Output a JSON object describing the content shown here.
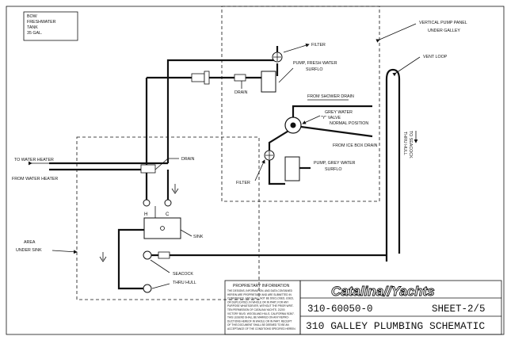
{
  "labels": {
    "tank_line1": "BOW",
    "tank_line2": "FRESHWATER",
    "tank_line3": "TANK",
    "tank_line4": "35 GAL.",
    "filter_top": "FILTER",
    "pump_fresh_line1": "PUMP, FRESH WATER",
    "pump_fresh_line2": "SURFLO",
    "drain_top": "DRAIN",
    "vertical_panel_line1": "VERTICAL PUMP PANEL",
    "vertical_panel_line2": "UNDER GALLEY",
    "vent_loop": "VENT LOOP",
    "from_shower": "FROM SHOWER DRAIN",
    "grey_valve_line1": "GREY WATER",
    "grey_valve_line2": "\"Y\" VALVE",
    "grey_valve_line3": "NORMAL POSITION",
    "from_icebox": "FROM ICE BOX DRAIN",
    "to_seacock_line1": "TO SEACOCK",
    "to_seacock_line2": "THRU HULL",
    "to_heater": "TO WATER HEATER",
    "from_heater": "FROM WATER HEATER",
    "drain_left": "DRAIN",
    "hot": "H",
    "cold": "C",
    "pump_grey_line1": "PUMP, GREY WATER",
    "pump_grey_line2": "SURFLO",
    "filter_bottom": "FILTER",
    "sink": "SINK",
    "area_line1": "AREA",
    "area_line2": "UNDER SINK",
    "seacock": "SEACOCK",
    "thru_hull": "THRU HULL"
  },
  "title_block": {
    "heading": "PROPRIETARY INFORMATION",
    "notice": [
      "THE DESIGNS, INFORMATION, AND DATA CONTAINED",
      "HEREIN ARE PROPRIETARY AND ARE SUBMITTED IN",
      "CONFIDENCE, AND SHALL NOT BE DISCLOSED, USED,",
      "OR DUPLICATED, IN WHOLE OR IN PART, FOR ANY",
      "PURPOSE WHATSOEVER, WITHOUT THE PRIOR WRIT-",
      "TEN PERMISSION OF CATALINA YACHTS. 21200",
      "VICTORY BLVD. WOODLAND HILLS, CALIFORNIA 91367.",
      "THIS LEGEND SHALL BE MARKED ON ANY REPRO-",
      "DUCTIONS HEREOF IN WHOLE OR IN PART. RECEIPT",
      "OF THIS DOCUMENT SHALL BE DEEMED TO BE AN",
      "ACCEPTANCE OF THE CONDITIONS SPECIFIED HEREIN."
    ],
    "brand": "Catalina//Yachts",
    "drawing_number": "310-60050-0",
    "sheet": "SHEET-2/5",
    "title": "310 GALLEY PLUMBING SCHEMATIC"
  }
}
